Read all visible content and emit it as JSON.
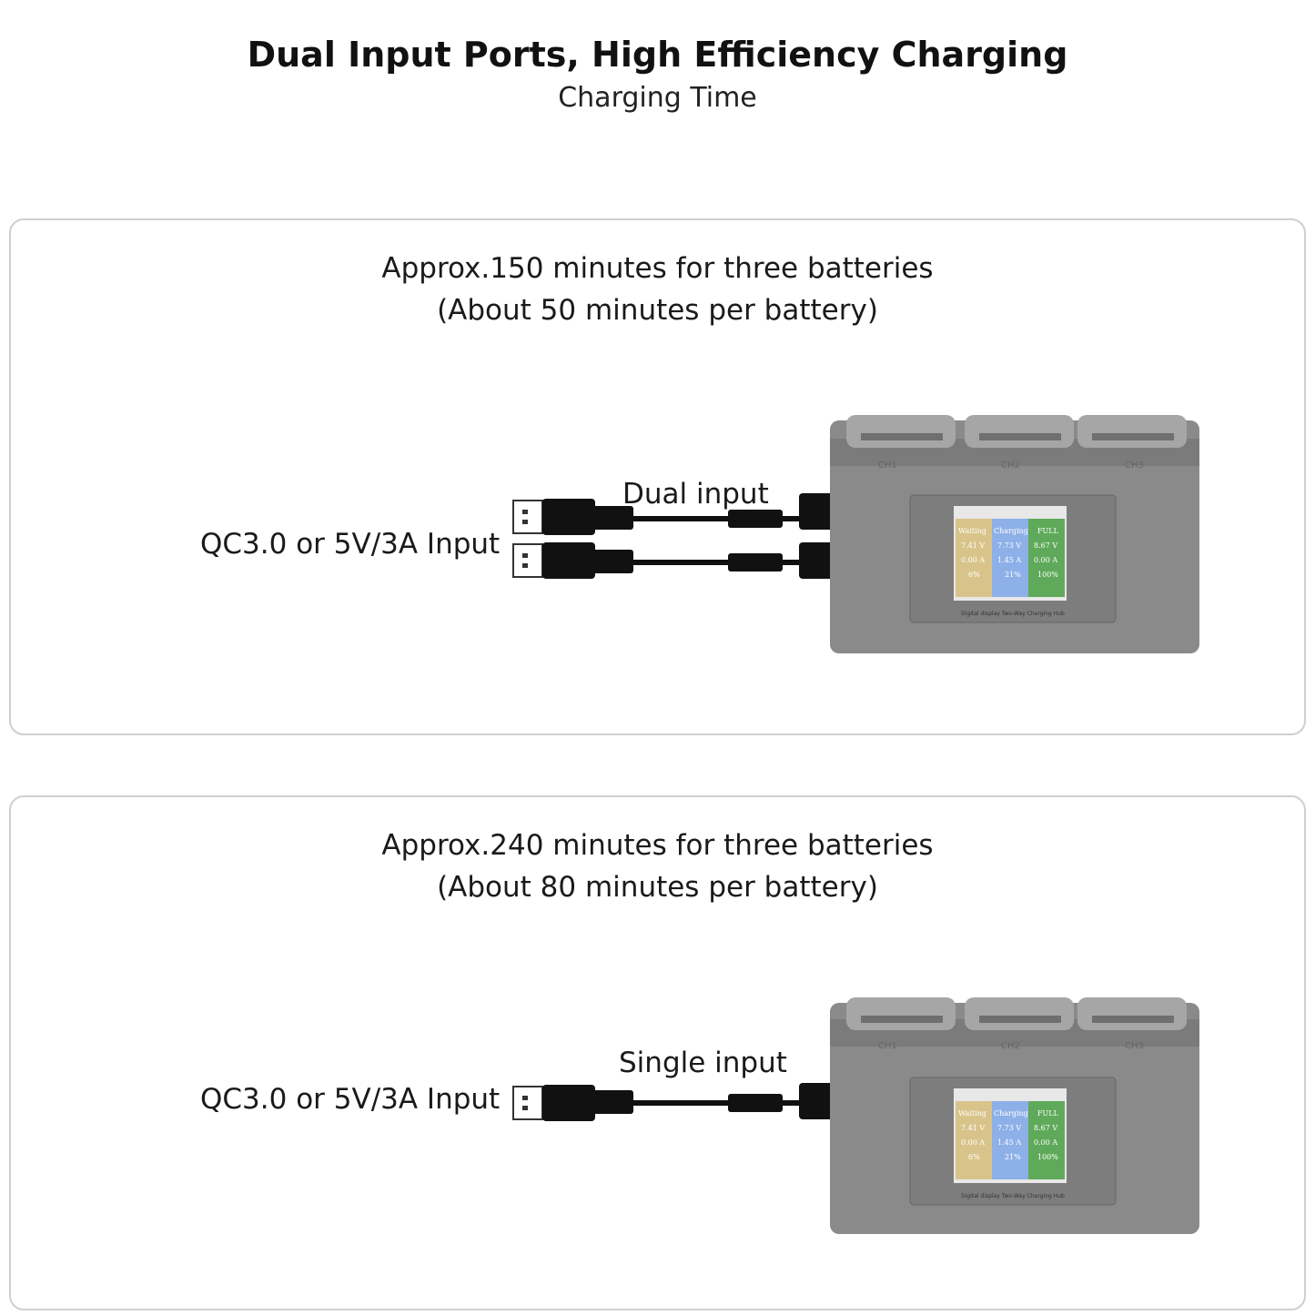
{
  "header": {
    "title": "Dual Input Ports, High Efficiency Charging",
    "subtitle": "Charging Time"
  },
  "panels": [
    {
      "line1": "Approx.150 minutes for three batteries",
      "line2": "(About 50 minutes per battery)",
      "input_label": "QC3.0 or 5V/3A Input",
      "mode_label": "Dual input"
    },
    {
      "line1": "Approx.240 minutes for three batteries",
      "line2": "(About 80 minutes per battery)",
      "input_label": "QC3.0 or 5V/3A Input",
      "mode_label": "Single input"
    }
  ],
  "hub": {
    "channels": [
      "CH1",
      "CH2",
      "CH3"
    ],
    "screen": {
      "status": [
        "Waiting",
        "Charging",
        "FULL"
      ],
      "voltage": [
        "7.41 V",
        "7.73 V",
        "8.67 V"
      ],
      "current": [
        "0.00 A",
        "1.45 A",
        "0.00 A"
      ],
      "percent": [
        "6%",
        "21%",
        "100%"
      ],
      "caption": "Digital display Two-Way Charging Hub"
    },
    "colors": {
      "body": "#8a8a8a",
      "cell1": "#d8c48a",
      "cell2": "#8eb0e8",
      "cell3": "#5faa5a"
    }
  }
}
